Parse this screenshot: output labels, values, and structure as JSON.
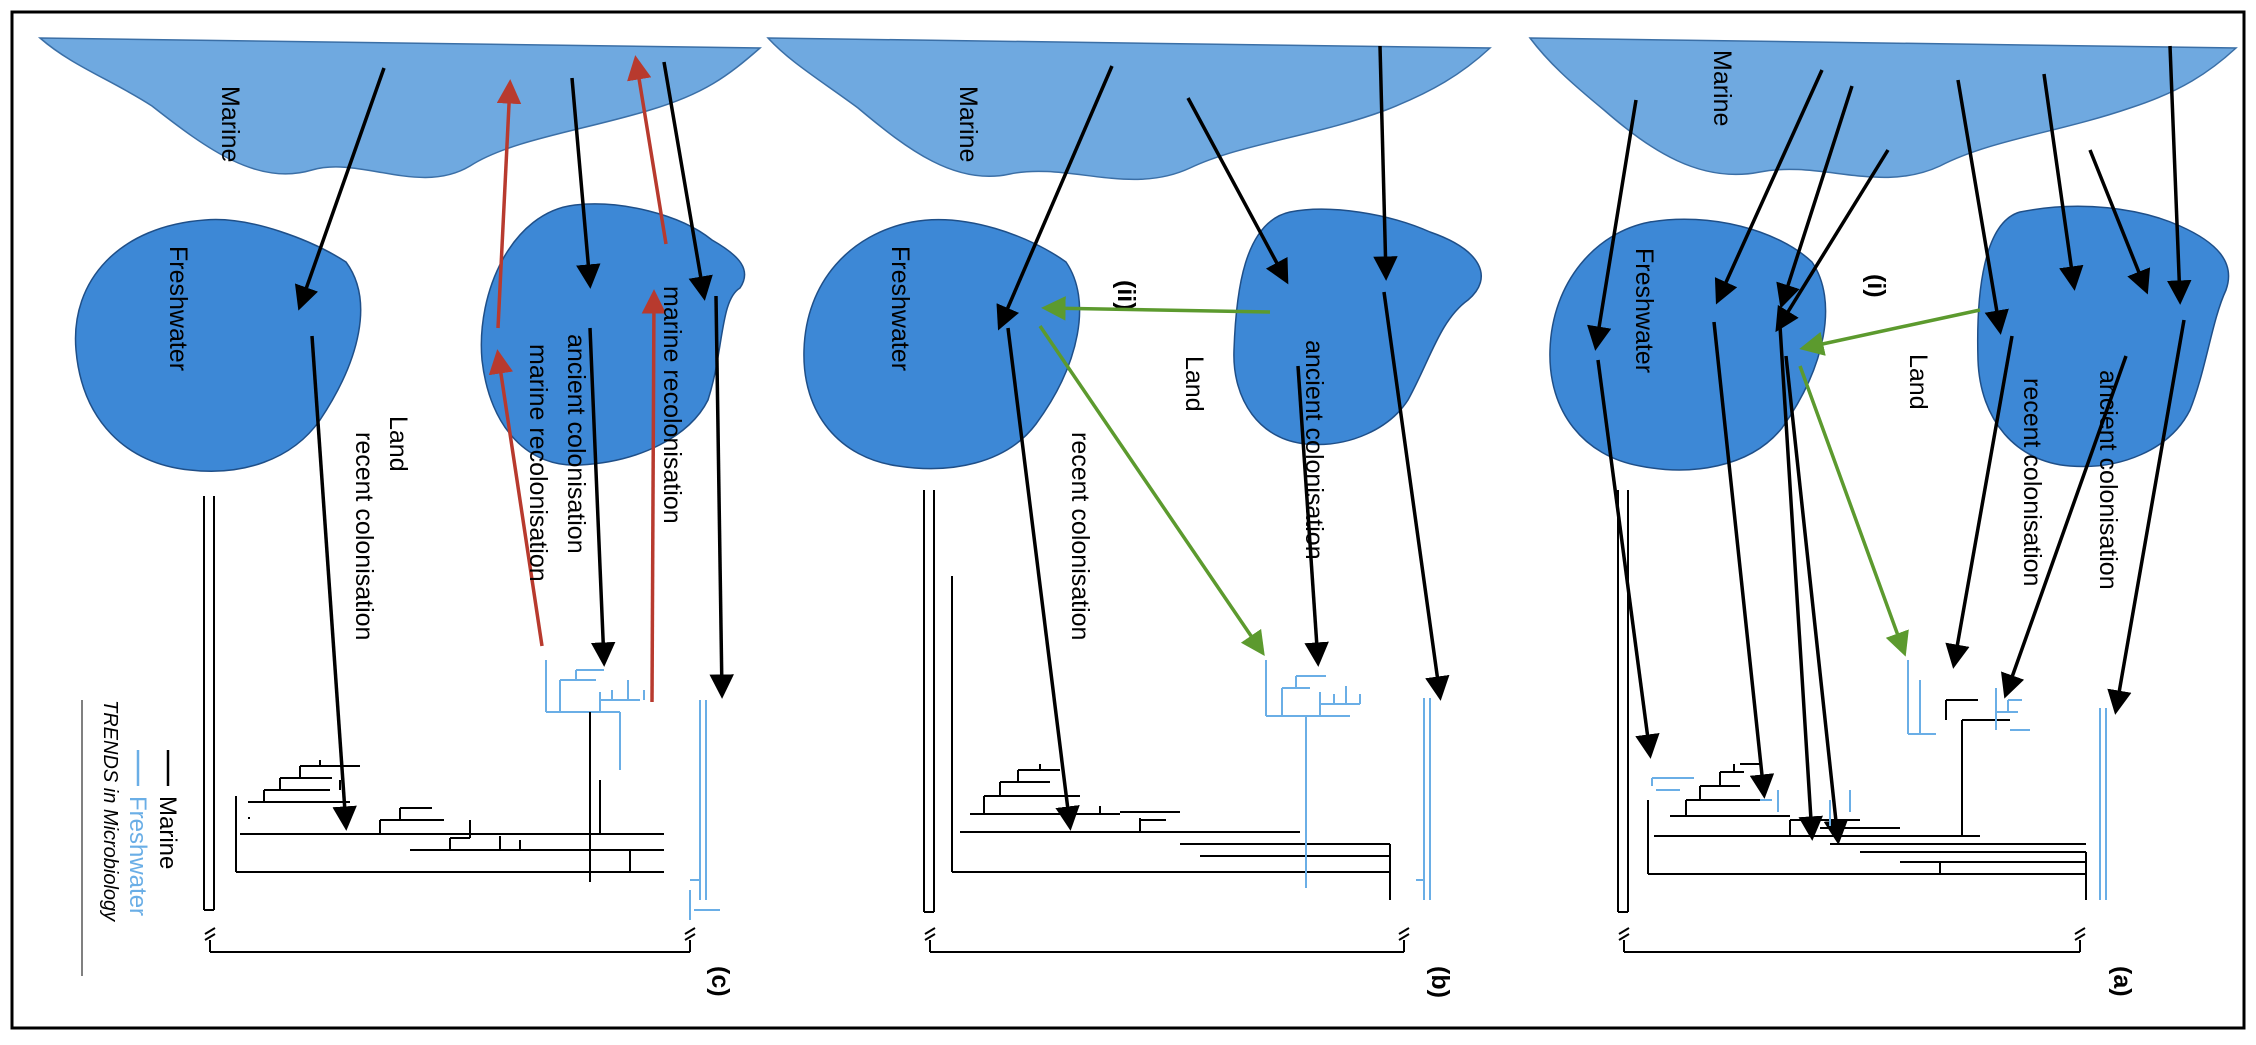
{
  "labels": {
    "marine": "Marine",
    "freshwater": "Freshwater",
    "land": "Land",
    "recent_colonisation": "recent colonisation",
    "ancient_colonisation": "ancient colonisation",
    "marine_recolonisation": "marine recolonisation",
    "event_i": "(i)",
    "event_ii": "(ii)"
  },
  "panels": [
    {
      "id": "a",
      "label": "(a)"
    },
    {
      "id": "b",
      "label": "(b)"
    },
    {
      "id": "c",
      "label": "(c)"
    }
  ],
  "legend": {
    "marine": "Marine",
    "freshwater": "Freshwater"
  },
  "credit": "TRENDS in Microbiology",
  "colors": {
    "marine_fill": "#6fa9e0",
    "freshwater_fill": "#3d88d6",
    "arrow_colonisation": "#000000",
    "arrow_recolonisation": "#b83a2e",
    "arrow_transfer": "#5c9a2e",
    "tree_marine": "#000000",
    "tree_freshwater": "#6aaee6"
  }
}
